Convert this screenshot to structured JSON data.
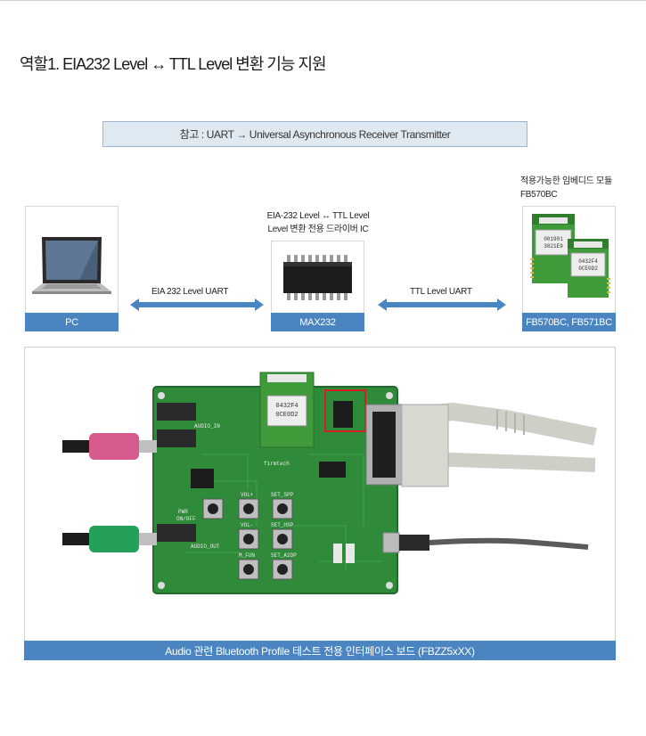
{
  "title": "역할1. EIA232 Level ↔ TTL Level 변환 기능 지원",
  "note": "참고 : UART → Universal  Asynchronous Receiver Transmitter",
  "pc": {
    "label": "PC"
  },
  "ic": {
    "caption_line1": "EIA-232 Level ↔ TTL Level",
    "caption_line2": "Level 변환 전용 드라이버 IC",
    "label": "MAX232"
  },
  "module": {
    "caption_line1": "적용가능한 임베디드 모듈",
    "caption_line2": "FB570BC",
    "label": "FB570BC, FB571BC",
    "chip1_line1": "001901",
    "chip1_line2": "3821E9",
    "chip2_line1": "0432F4",
    "chip2_line2": "0CE0D2"
  },
  "links": {
    "left": "EIA 232 Level UART",
    "right": "TTL Level UART"
  },
  "board": {
    "label": "Audio 관련 Bluetooth Profile 테스트 전용 인터페이스 보드 (FBZZ5xXX)",
    "module_line1": "0432F4",
    "module_line2": "0CE0D2",
    "silk": {
      "pwr": "PWR",
      "onoff": "ON/OFF",
      "audio_in": "AUDIO_IN",
      "audio_out": "AUDIO_OUT",
      "vol_up": "VOL+",
      "vol_down": "VOL-",
      "set_spp": "SET_SPP",
      "set_hsp": "SET_HSP",
      "m_fun": "M_FUN",
      "set_a2dp": "SET_A2DP",
      "brand": "firmtech"
    }
  },
  "colors": {
    "accent": "#4a85c1",
    "note_bg": "#dfe9f2",
    "pcb": "#2f8a3a",
    "highlight": "#d62020"
  }
}
